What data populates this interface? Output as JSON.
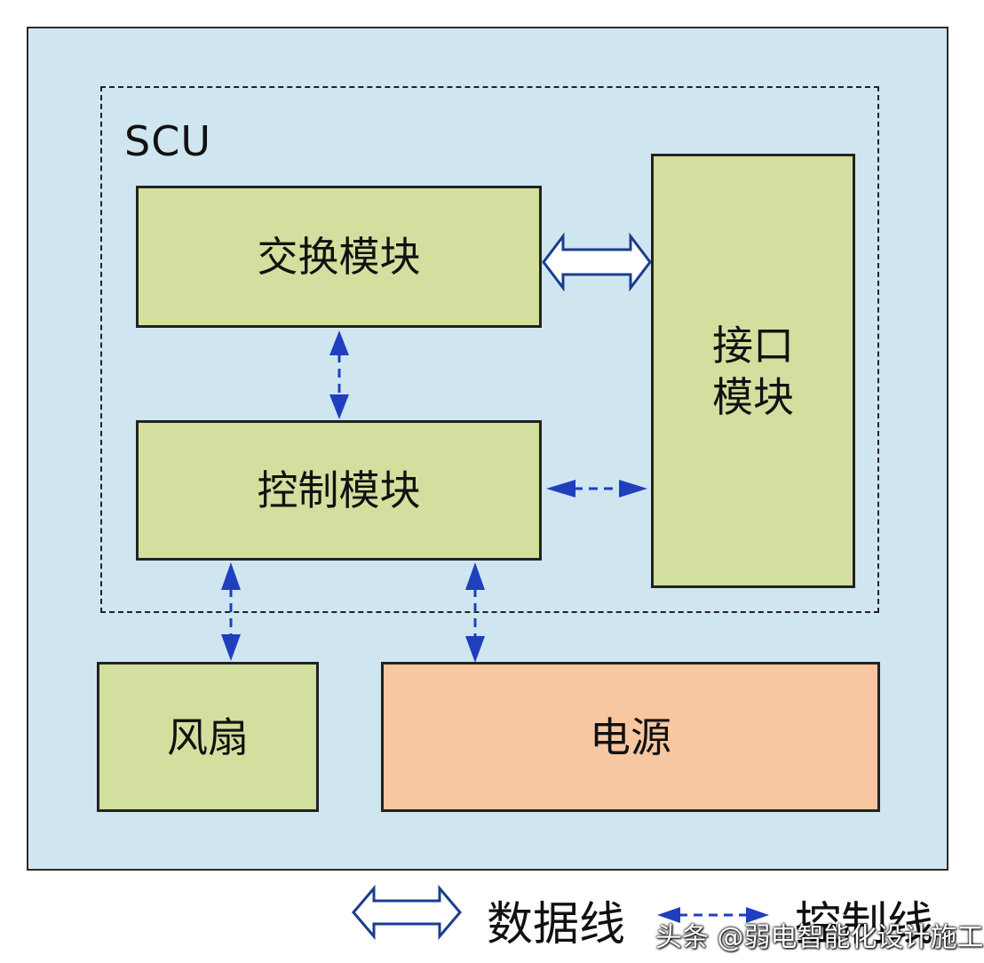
{
  "scu_label": "SCU",
  "modules": {
    "switch": "交换模块",
    "control": "控制模块",
    "interface_line1": "接口",
    "interface_line2": "模块",
    "fan": "风扇",
    "power": "电源"
  },
  "legend": {
    "data_line": "数据线",
    "control_line": "控制线"
  },
  "watermark": "头条 @弱电智能化设计施工",
  "colors": {
    "outer_bg": "#cfe6f1",
    "module_green": "#d3df9e",
    "power_orange": "#f7c7a2",
    "control_arrow": "#1f3fbf"
  }
}
